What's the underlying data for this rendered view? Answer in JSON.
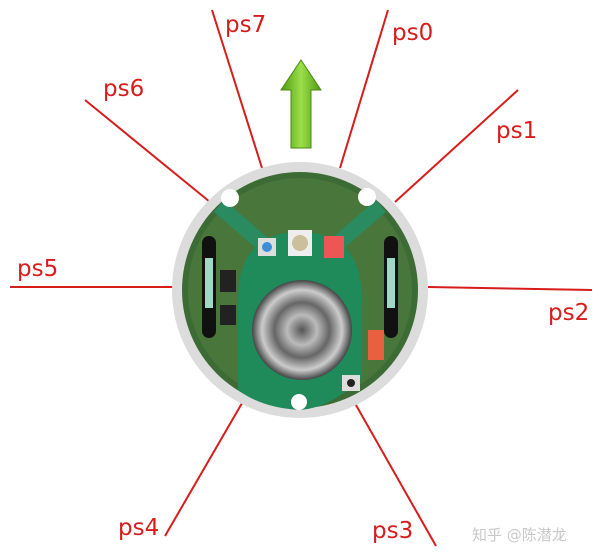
{
  "sensors": [
    {
      "id": "ps0",
      "label": "ps0"
    },
    {
      "id": "ps1",
      "label": "ps1"
    },
    {
      "id": "ps2",
      "label": "ps2"
    },
    {
      "id": "ps3",
      "label": "ps3"
    },
    {
      "id": "ps4",
      "label": "ps4"
    },
    {
      "id": "ps5",
      "label": "ps5"
    },
    {
      "id": "ps6",
      "label": "ps6"
    },
    {
      "id": "ps7",
      "label": "ps7"
    }
  ],
  "watermark": "知乎 @陈潜龙",
  "colors": {
    "sensor_line": "#d71c1c",
    "arrow": "#6fbf1f",
    "pcb": "#2f7a3a",
    "robot_rim": "#d9d9d9"
  },
  "icons": {
    "direction": "forward-arrow-icon"
  }
}
